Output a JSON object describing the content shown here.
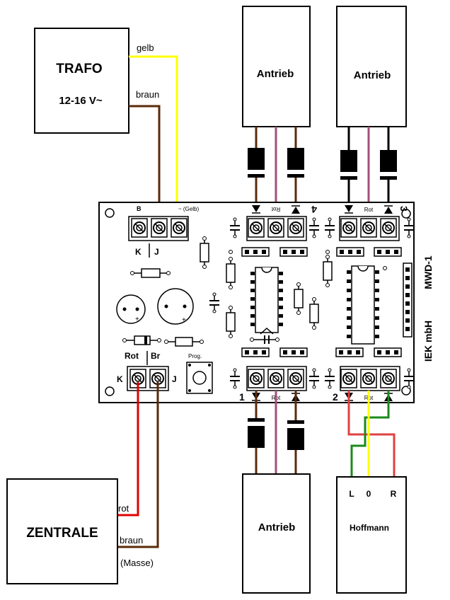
{
  "trafo": {
    "name": "TRAFO",
    "voltage": "12-16 V~",
    "wire_gelb": "gelb",
    "wire_braun": "braun"
  },
  "zentrale": {
    "name": "ZENTRALE",
    "wire_rot": "rot",
    "wire_braun": "braun",
    "masse": "(Masse)"
  },
  "actuators": {
    "top_left": "Antrieb",
    "top_right": "Antrieb",
    "bottom_left": "Antrieb",
    "hoffmann": {
      "name": "Hoffmann",
      "terminals": [
        "L",
        "0",
        "R"
      ]
    }
  },
  "board": {
    "model": "MWD-1",
    "maker": "IEK mbH",
    "power_terminals": {
      "b": "B",
      "tilde": "~ (Gelb)",
      "k": "K",
      "j": "J"
    },
    "bus_terminals": {
      "rot": "Rot",
      "br": "Br",
      "k": "K",
      "j": "J"
    },
    "prog": "Prog.",
    "rot_label": "Rot",
    "outputs": [
      "1",
      "2",
      "3",
      "4"
    ]
  },
  "colors": {
    "gelb": "#ffff00",
    "braun": "#5a2a0a",
    "rot": "#e00000",
    "rosa": "#a0507a",
    "gruen": "#1a8a1a",
    "line": "#000000"
  }
}
